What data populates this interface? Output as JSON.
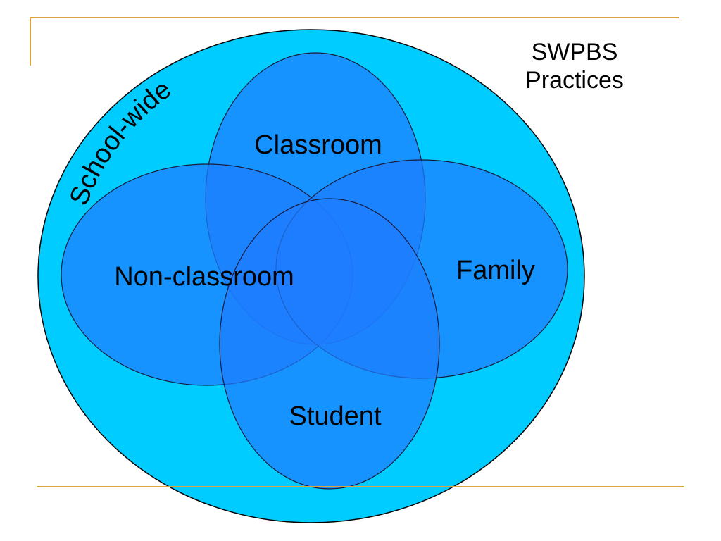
{
  "title": {
    "line1": "SWPBS",
    "line2": "Practices"
  },
  "outer_region": {
    "label": "School-wide",
    "color": "#00ccff"
  },
  "sets": [
    {
      "id": "classroom",
      "label": "Classroom"
    },
    {
      "id": "non-classroom",
      "label": "Non-classroom"
    },
    {
      "id": "family",
      "label": "Family"
    },
    {
      "id": "student",
      "label": "Student"
    }
  ],
  "colors": {
    "set_fill": "#1f7dff",
    "set_stroke": "#1a1a3a",
    "outer_stroke": "#000000",
    "rule": "#d9a441"
  }
}
